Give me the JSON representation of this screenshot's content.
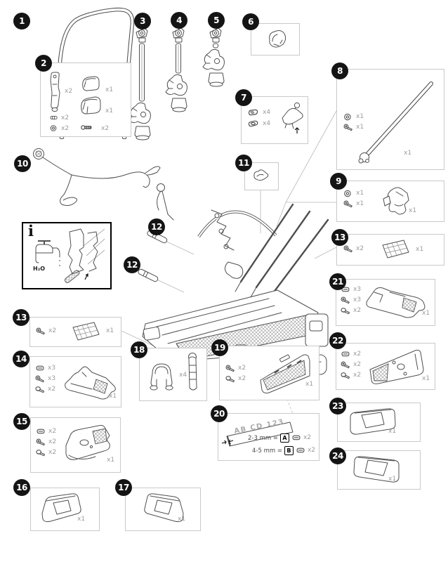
{
  "diagram_title": "bike-carrier-spare-parts-diagram",
  "colors": {
    "badge_bg": "#141414",
    "badge_fg": "#ffffff",
    "box_border": "#c9c9c9",
    "qty_text": "#9b9b9b",
    "line_art": "#4f4f4f"
  },
  "callouts": {
    "c1": "1",
    "c2": "2",
    "c3": "3",
    "c4": "4",
    "c5": "5",
    "c6": "6",
    "c7": "7",
    "c8": "8",
    "c9": "9",
    "c10": "10",
    "c11": "11",
    "c12a": "12",
    "c12b": "12",
    "c13r": "13",
    "c13l": "13",
    "c14": "14",
    "c15": "15",
    "c16": "16",
    "c17": "17",
    "c18": "18",
    "c19": "19",
    "c20": "20",
    "c21": "21",
    "c22": "22",
    "c23": "23",
    "c24": "24"
  },
  "boxes": {
    "b2": {
      "items": [
        {
          "icon": "bracket",
          "qty": "x2"
        },
        {
          "icon": "pad",
          "qty": "x1"
        },
        {
          "icon": "pad",
          "qty": "x1"
        },
        {
          "icon": "pin",
          "qty": "x2"
        },
        {
          "icon": "nut",
          "qty": "x2"
        },
        {
          "icon": "bolt",
          "qty": "x2"
        }
      ]
    },
    "b7": {
      "items": [
        {
          "icon": "pada",
          "qty": "x4"
        },
        {
          "icon": "padb",
          "qty": "x4"
        }
      ]
    },
    "b8": {
      "items": [
        {
          "icon": "nut",
          "qty": "x1"
        },
        {
          "icon": "screw",
          "qty": "x1"
        }
      ],
      "part_qty": "x1"
    },
    "b9": {
      "items": [
        {
          "icon": "nut",
          "qty": "x1"
        },
        {
          "icon": "screw",
          "qty": "x1"
        }
      ],
      "part_qty": "x1"
    },
    "b13r": {
      "items": [
        {
          "icon": "screw",
          "qty": "x2"
        }
      ],
      "part_qty": "x1"
    },
    "b13l": {
      "items": [
        {
          "icon": "screw",
          "qty": "x2"
        }
      ],
      "part_qty": "x1"
    },
    "b14": {
      "items": [
        {
          "icon": "clip",
          "qty": "x3"
        },
        {
          "icon": "screw",
          "qty": "x3"
        },
        {
          "icon": "screwf",
          "qty": "x2"
        }
      ],
      "part_qty": "x1"
    },
    "b15": {
      "items": [
        {
          "icon": "clip",
          "qty": "x2"
        },
        {
          "icon": "screw",
          "qty": "x2"
        },
        {
          "icon": "screwf",
          "qty": "x2"
        }
      ],
      "part_qty": "x1"
    },
    "b16": {
      "part_qty": "x1"
    },
    "b17": {
      "part_qty": "x1"
    },
    "b18": {
      "clip_qty": "x4"
    },
    "b19": {
      "items": [
        {
          "icon": "screw",
          "qty": "x2"
        },
        {
          "icon": "screwf",
          "qty": "x2"
        }
      ],
      "part_qty": "x1"
    },
    "b20": {
      "plate_text": "AB CD 123",
      "rows": [
        {
          "range": "2-3 mm =",
          "letter": "A",
          "qty": "x2"
        },
        {
          "range": "4-5 mm =",
          "letter": "B",
          "qty": "x2"
        }
      ]
    },
    "b21": {
      "items": [
        {
          "icon": "clip",
          "qty": "x3"
        },
        {
          "icon": "screw",
          "qty": "x3"
        },
        {
          "icon": "screwf",
          "qty": "x2"
        }
      ],
      "part_qty": "x1"
    },
    "b22": {
      "items": [
        {
          "icon": "clip",
          "qty": "x2"
        },
        {
          "icon": "screw",
          "qty": "x2"
        },
        {
          "icon": "screwf",
          "qty": "x2"
        }
      ],
      "part_qty": "x1"
    },
    "b23": {
      "part_qty": "x1"
    },
    "b24": {
      "part_qty": "x1"
    }
  },
  "info": {
    "symbol": "i",
    "water_label": "H₂O"
  }
}
